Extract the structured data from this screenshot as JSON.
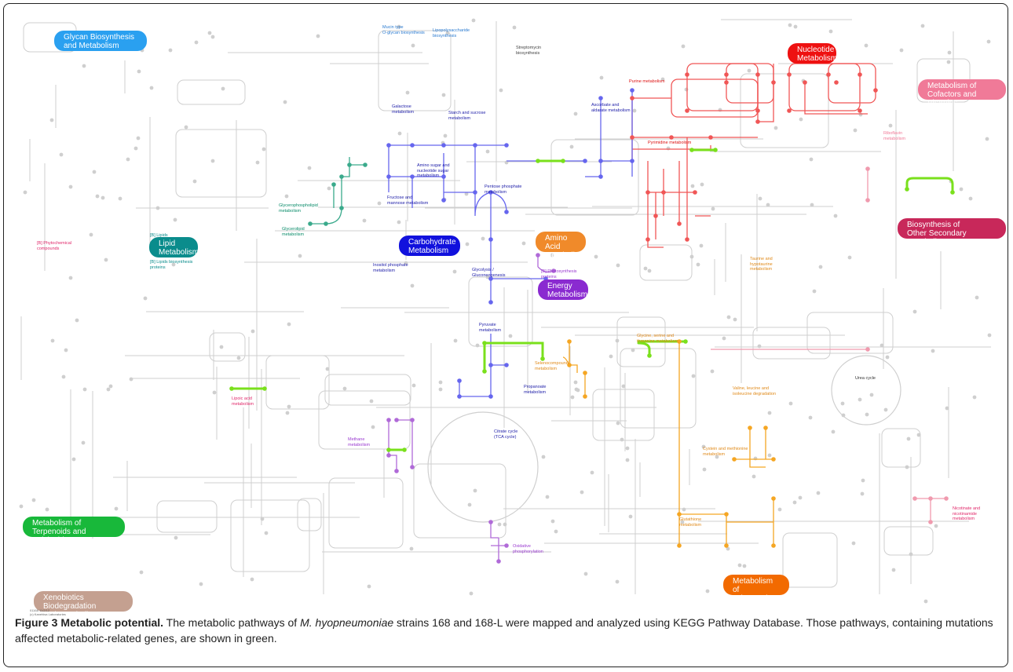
{
  "categories": {
    "glycan": "Glycan Biosynthesis\nand Metabolism",
    "nucleotide": "Nucleotide\nMetabolism",
    "cofactors": "Metabolism of\nCofactors and Vitamins",
    "secondary": "Biosynthesis of\nOther Secondary Metabolites",
    "lipid": "Lipid\nMetabolism",
    "carbohydrate": "Carbohydrate\nMetabolism",
    "aminoacid": "Amino Acid\nMetabolism",
    "energy": "Energy\nMetabolism",
    "terpenoids": "Metabolism of\nTerpenoids and Polyketides",
    "xenobiotics": "Xenobiotics Biodegradation\nand Metabolism",
    "otheraa": "Metabolism of\nOther Amino Acid"
  },
  "pathways": {
    "mucin": "Mucin type\nO-glycan biosynthesis",
    "lps": "Lipopolysaccharide\nbiosynthesis",
    "streptomycin": "Streptomycin\nbiosynthesis",
    "galactose": "Galactose\nmetabolism",
    "starch": "Starch and sucrose\nmetabolism",
    "ascorbate": "Ascorbate and\naldarate metabolism",
    "purine": "Purine metabolism",
    "pyrimidine": "Pyrimidine metabolism",
    "riboflavin": "Riboflavin\nmetabolism",
    "aminosugar": "Amino sugar and\nnucleotide sugar\nmetabolism",
    "fructose": "Fructose and\nmannose metabolism",
    "pentose": "Pentose phosphate\nmetabolism",
    "glycerophospholipid": "Glycerophospholipid\nmetabolism",
    "glycerolipid": "Glycerolipid\nmetabolism",
    "phytochemical": "[B] Phytochemical\ncompounds",
    "blipids": "[B] Lipids",
    "blipidsbio": "[B] Lipids biosynthesis\nproteins",
    "inositol": "Inositol phosphate\nmetabolism",
    "glycolysis": "Glycolysis /\nGluconeogenesis",
    "photosynthesis": "[B] Photosynthesis\nproteins",
    "taurine": "Taurine and\nhypotaurine\nmetabolism",
    "pyruvate": "Pyruvate\nmetabolism",
    "glycine": "Glycine, serine and\nthreonine metabolism",
    "selenocompound": "Selenocompound\nmetabolism",
    "propanoate": "Propanoate\nmetabolism",
    "lipoic": "Lipoic acid\nmetabolism",
    "valine": "Valine, leucine and\nisoleucine degradation",
    "urea": "Urea cycle",
    "methane": "Methane\nmetabolism",
    "citrate": "Citrate cycle\n(TCA cycle)",
    "cysteine": "Cystein and methionine\nmetabolism",
    "glutathione": "Glutathione\nmetabolism",
    "nicotinate": "Nicotinate and\nnicotinamide\nmetabolism",
    "oxphos": "Oxidative\nphosphorylation"
  },
  "stamp": "01168 11/2/12\n(c) Kanehisa Laboratories",
  "caption": {
    "label": "Figure 3 Metabolic potential.",
    "text_before": " The metabolic pathways of ",
    "species": "M. hyopneumoniae",
    "text_after": " strains 168 and 168-L were mapped and analyzed using KEGG Pathway Database. Those pathways, containing mutations affected metabolic-related genes, are shown in green."
  },
  "colors": {
    "background_network": "#cfcfcf",
    "nucleotide": "#f05656",
    "carbohydrate": "#6666ee",
    "lipid": "#3aaa8c",
    "amino_acid": "#f5a623",
    "energy": "#b06ad8",
    "cofactors": "#f09aae",
    "mutated": "#7ae01c",
    "glycan_label": "#2aa0f0",
    "nucleotide_label": "#ee1111",
    "cofactors_label": "#f07a98",
    "secondary_label": "#c8285a",
    "lipid_label": "#0a8c8c",
    "carbohydrate_label": "#1111dd",
    "amino_acid_label": "#f08a2a",
    "energy_label": "#8a2ad0",
    "terpenoids_label": "#18b83a",
    "xenobiotics_label": "#c4a090",
    "other_amino_label": "#f26a00"
  }
}
